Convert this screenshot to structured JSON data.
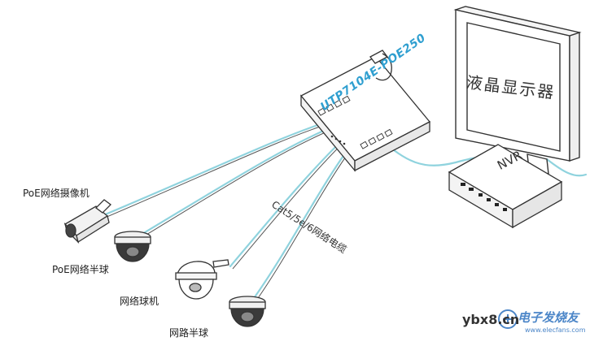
{
  "labels": {
    "poe_camera": "PoE网络摄像机",
    "poe_dome": "PoE网络半球",
    "network_ptz": "网络球机",
    "network_dome": "网路半球",
    "cable": "Cat5/5e/6网络电缆",
    "switch_model": "UTP7104E-POE250",
    "monitor": "液晶显示器",
    "nvr": "NVR"
  },
  "watermark": {
    "site": "ybx8.cn",
    "brand": "电子发烧友",
    "url": "www.elecfans.com"
  },
  "colors": {
    "cable": "#8fd3de",
    "outline": "#333333",
    "switch_label": "#2f9fd0",
    "watermark_blue": "#4c86c8"
  }
}
